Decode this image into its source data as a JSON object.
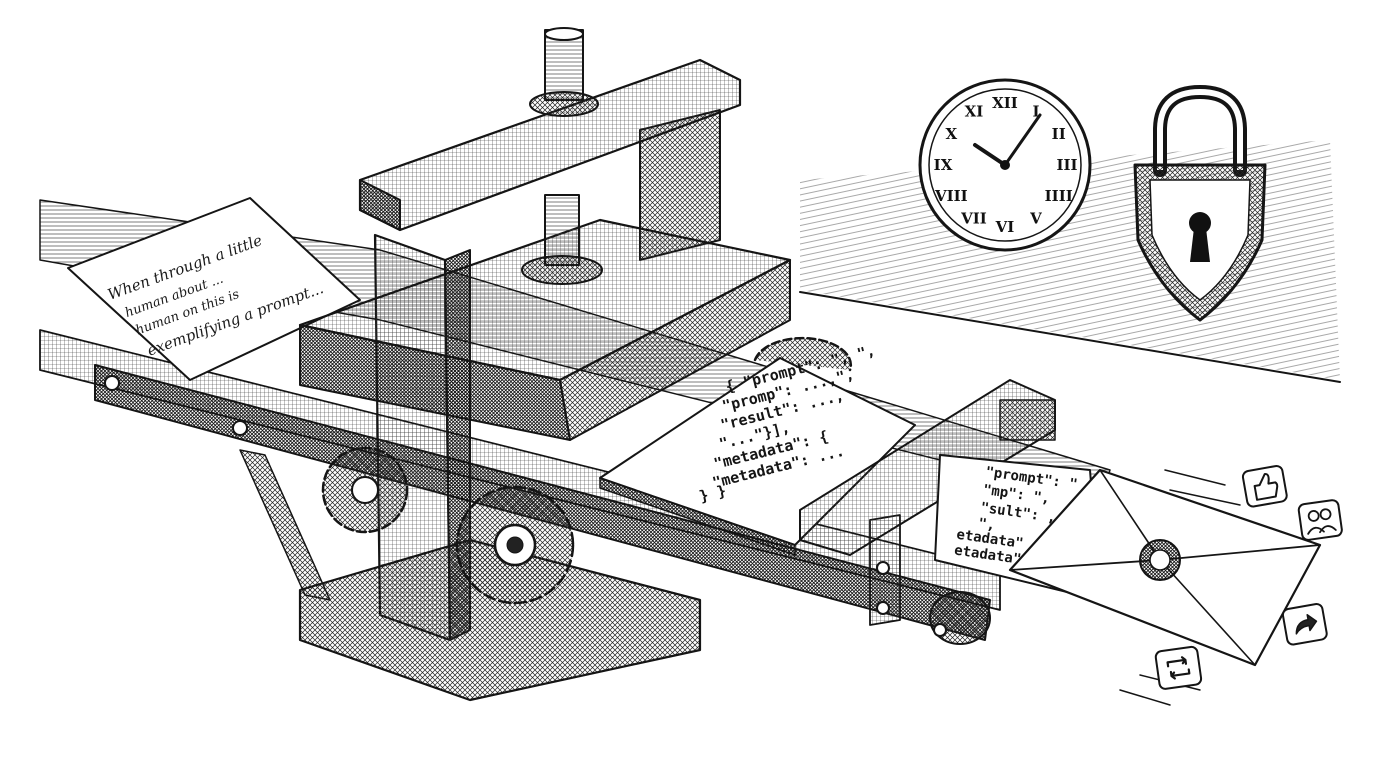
{
  "note": {
    "lines": [
      "When through a little",
      "human about ...",
      "human on this is",
      "exemplifying a prompt..."
    ]
  },
  "json_sheet": {
    "lines": [
      "{ \"prompt\": \", \",",
      "\"promp\": ...,\",",
      "\"result\": ...,",
      "\"...\"}],",
      "\"metadata\": {",
      "\"metadata\": ...",
      "} }"
    ]
  },
  "exiting_sheet": {
    "lines": [
      "\"prompt\": \"",
      "\"mp\": \",",
      "\"sult\": ,",
      "\",",
      "etadata\"",
      "etadata\""
    ]
  },
  "clock": {
    "numerals": [
      "XII",
      "I",
      "II",
      "III",
      "IIII",
      "V",
      "VI",
      "VII",
      "VIII",
      "IX",
      "X",
      "XI"
    ]
  },
  "icons": [
    "like-icon",
    "users-icon",
    "share-icon",
    "repost-icon"
  ],
  "colors": {
    "ink": "#151515",
    "paper": "#ffffff"
  }
}
